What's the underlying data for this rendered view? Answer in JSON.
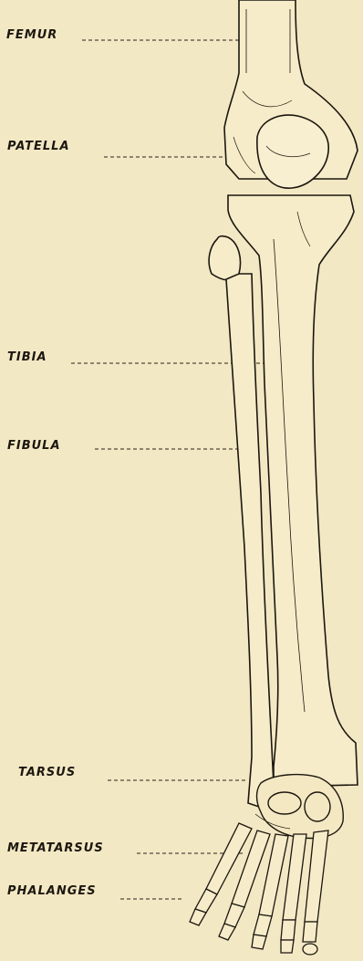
{
  "labels": {
    "femur": "FEMUR",
    "patella": "PATELLA",
    "tibia": "TIBIA",
    "fibula": "FIBULA",
    "tarsus": "TARSUS",
    "metatarsus": "METATARSUS",
    "phalanges": "PHALANGES"
  },
  "colors": {
    "paper": "#f3e8c4",
    "ink": "#1c1710",
    "bone_fill": "#f6ecc9"
  }
}
